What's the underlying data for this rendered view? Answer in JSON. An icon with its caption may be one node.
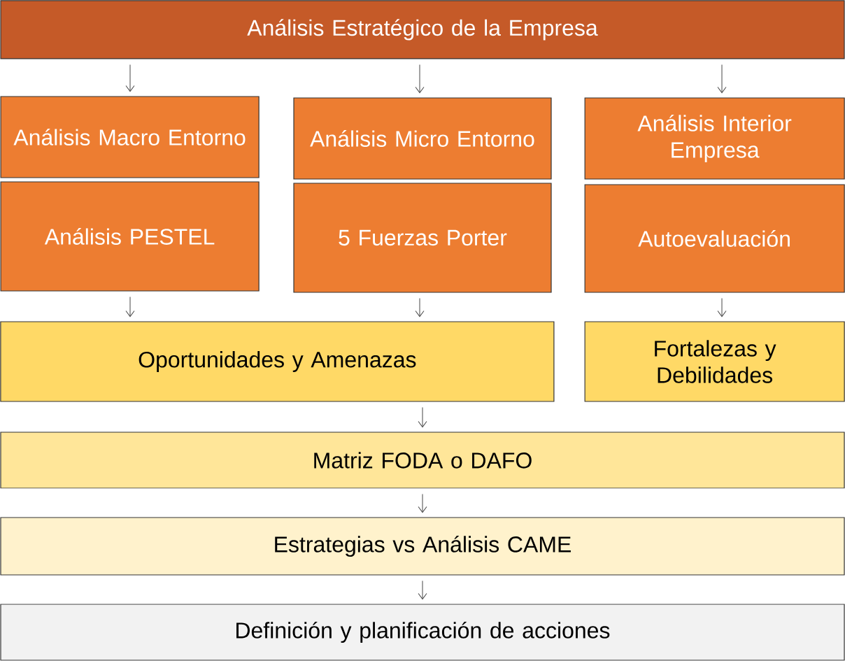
{
  "diagram": {
    "nodes": [
      {
        "text": [
          "Análisis Estratégico de la Empresa"
        ]
      },
      {
        "text": [
          "Análisis Macro Entorno"
        ]
      },
      {
        "text": [
          "Análisis Micro Entorno"
        ]
      },
      {
        "text": [
          "Análisis Interior Empresa"
        ]
      },
      {
        "text": [
          "Análisis PESTEL"
        ]
      },
      {
        "text": [
          "5 Fuerzas Porter"
        ]
      },
      {
        "text": [
          "Autoevaluación"
        ]
      },
      {
        "text": [
          "Oportunidades y Amenazas"
        ]
      },
      {
        "text": [
          "Fortalezas y Debilidades"
        ]
      },
      {
        "text": [
          "Matriz FODA o DAFO"
        ]
      },
      {
        "text": [
          "Estrategias vs Análisis CAME"
        ]
      },
      {
        "text": [
          "Definición y planificación de acciones"
        ]
      }
    ],
    "edges": [
      {
        "from": 0,
        "to": 1,
        "arrow": "to"
      },
      {
        "from": 0,
        "to": 2,
        "arrow": "to"
      },
      {
        "from": 0,
        "to": 3,
        "arrow": "to"
      },
      {
        "from": 4,
        "to": 7,
        "arrow": "to"
      },
      {
        "from": 5,
        "to": 7,
        "arrow": "to"
      },
      {
        "from": 6,
        "to": 8,
        "arrow": "to"
      },
      {
        "from": 7,
        "to": 9,
        "arrow": "to"
      },
      {
        "from": 9,
        "to": 10,
        "arrow": "to"
      },
      {
        "from": 10,
        "to": 11,
        "arrow": "to"
      }
    ]
  }
}
